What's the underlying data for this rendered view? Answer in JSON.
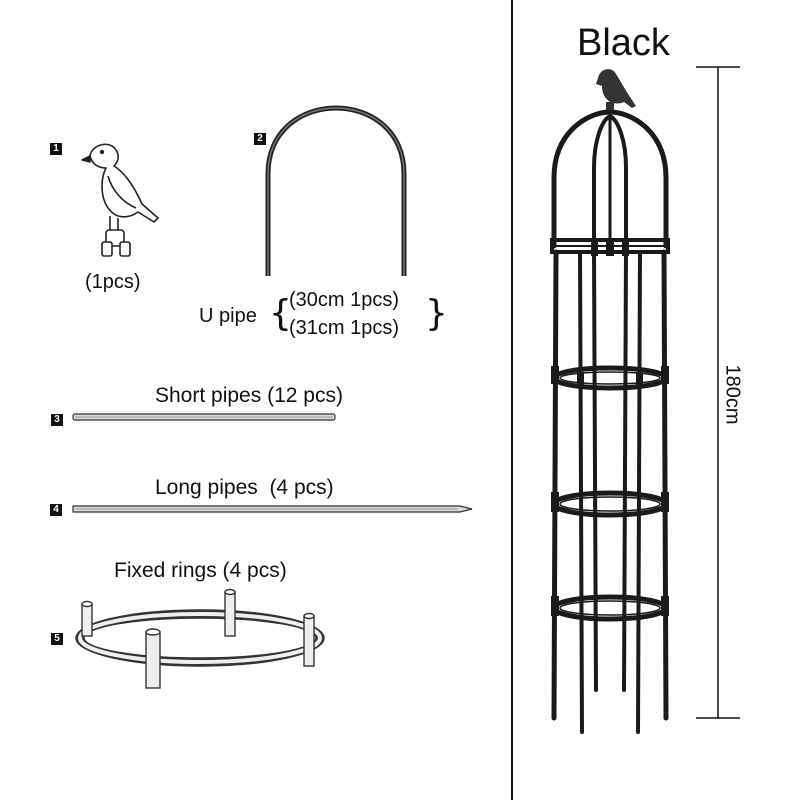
{
  "parts": [
    {
      "number": "1",
      "qty": "(1pcs)"
    },
    {
      "number": "2",
      "name": "U pipe",
      "sizes": [
        "(30cm 1pcs)",
        "(31cm 1pcs)"
      ]
    },
    {
      "number": "3",
      "name": "Short pipes",
      "qty": "(12 pcs)"
    },
    {
      "number": "4",
      "name": "Long pipes",
      "qty": "(4 pcs)"
    },
    {
      "number": "5",
      "name": "Fixed rings",
      "qty": "(4 pcs)"
    }
  ],
  "product": {
    "color": "Black",
    "height": "180cm"
  },
  "icons": [
    "bird-icon",
    "u-pipe-icon",
    "short-pipe-icon",
    "long-pipe-icon",
    "fixed-ring-icon",
    "obelisk-trellis-icon"
  ]
}
